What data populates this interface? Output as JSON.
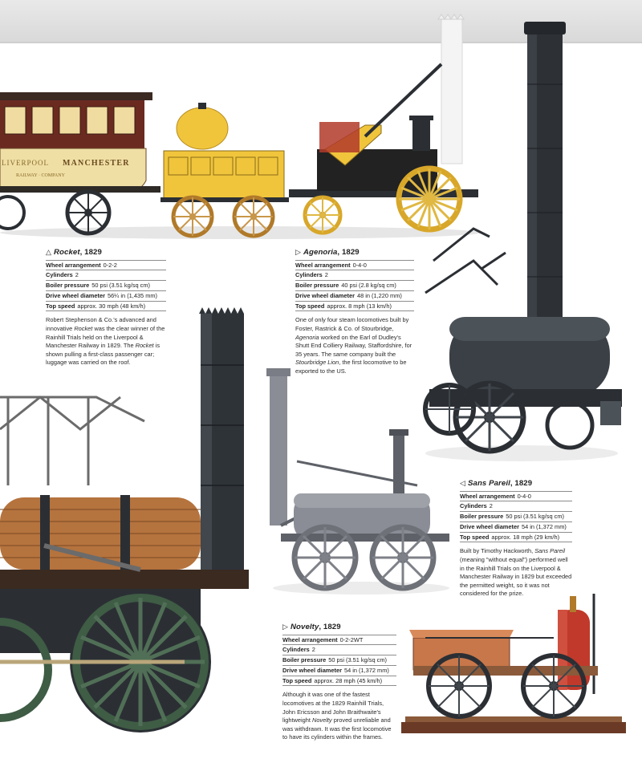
{
  "colors": {
    "rocket_yellow": "#f0c53c",
    "coach_cream": "#efdfa4",
    "coach_maroon": "#6b2a20",
    "dark_iron": "#2b2f34",
    "sans_pareil_grey": "#8a8d95",
    "novelty_copper": "#c8774a",
    "wheel_green": "#3f5c45",
    "wood_brown": "#b5733e"
  },
  "coach_lettering": "MANCHESTER",
  "coach_lettering_left": "LIVERPOOL",
  "coach_lettering_sub": "RAILWAY  ·  COMPANY",
  "entries": {
    "rocket": {
      "marker": "△",
      "name": "Rocket",
      "year": ", 1829",
      "specs": [
        {
          "key": "Wheel arrangement",
          "value": "0-2-2"
        },
        {
          "key": "Cylinders",
          "value": "2"
        },
        {
          "key": "Boiler pressure",
          "value": "50 psi (3.51 kg/sq cm)"
        },
        {
          "key": "Drive wheel diameter",
          "value": "56¼ in (1,435 mm)"
        },
        {
          "key": "Top speed",
          "value": "approx. 30 mph (48 km/h)"
        }
      ],
      "desc_1": "Robert Stephenson & Co.'s advanced and innovative ",
      "desc_i1": "Rocket",
      "desc_2": " was the clear winner of the Rainhill Trials held on the Liverpool & Manchester Railway in 1829. The ",
      "desc_i2": "Rocket",
      "desc_3": " is shown pulling a first-class passenger car; luggage was carried on the roof."
    },
    "agenoria": {
      "marker": "▷",
      "name": "Agenoria",
      "year": ", 1829",
      "specs": [
        {
          "key": "Wheel arrangement",
          "value": "0-4-0"
        },
        {
          "key": "Cylinders",
          "value": "2"
        },
        {
          "key": "Boiler pressure",
          "value": "40 psi (2.8 kg/sq cm)"
        },
        {
          "key": "Drive wheel diameter",
          "value": "48 in (1,220 mm)"
        },
        {
          "key": "Top speed",
          "value": "approx. 8 mph (13 km/h)"
        }
      ],
      "desc_1": "One of only four steam locomotives built by Foster, Rastrick & Co. of Stourbridge, ",
      "desc_i1": "Agenoria",
      "desc_2": " worked on the Earl of Dudley's Shutt End Colliery Railway, Staffordshire, for 35 years. The same company built the ",
      "desc_i2": "Stourbridge Lion",
      "desc_3": ", the first locomotive to be exported to the US."
    },
    "sans_pareil": {
      "marker": "◁",
      "name": "Sans Pareil",
      "year": ", 1829",
      "specs": [
        {
          "key": "Wheel arrangement",
          "value": "0-4-0"
        },
        {
          "key": "Cylinders",
          "value": "2"
        },
        {
          "key": "Boiler pressure",
          "value": "50 psi (3.51 kg/sq cm)"
        },
        {
          "key": "Drive wheel diameter",
          "value": "54 in (1,372 mm)"
        },
        {
          "key": "Top speed",
          "value": "approx. 18 mph (29 km/h)"
        }
      ],
      "desc_1": "Built by Timothy Hackworth, ",
      "desc_i1": "Sans Pareil",
      "desc_2": " (meaning \"without equal\") performed well in the Rainhill Trials on the Liverpool & Manchester Railway in 1829 but exceeded the permitted weight, so it was not considered for the prize.",
      "desc_i2": "",
      "desc_3": ""
    },
    "novelty": {
      "marker": "▷",
      "name": "Novelty",
      "year": ", 1829",
      "specs": [
        {
          "key": "Wheel arrangement",
          "value": "0-2-2WT"
        },
        {
          "key": "Cylinders",
          "value": "2"
        },
        {
          "key": "Boiler pressure",
          "value": "50 psi (3.51 kg/sq cm)"
        },
        {
          "key": "Drive wheel diameter",
          "value": "54 in (1,372 mm)"
        },
        {
          "key": "Top speed",
          "value": "approx. 28 mph (45 km/h)"
        }
      ],
      "desc_1": "Although it was one of the fastest locomotives at the 1829 Rainhill Trials, John Ericsson and John Braithwaite's lightweight ",
      "desc_i1": "Novelty",
      "desc_2": " proved unreliable and was withdrawn. It was the first locomotive to have its cylinders within the frames.",
      "desc_i2": "",
      "desc_3": ""
    }
  }
}
